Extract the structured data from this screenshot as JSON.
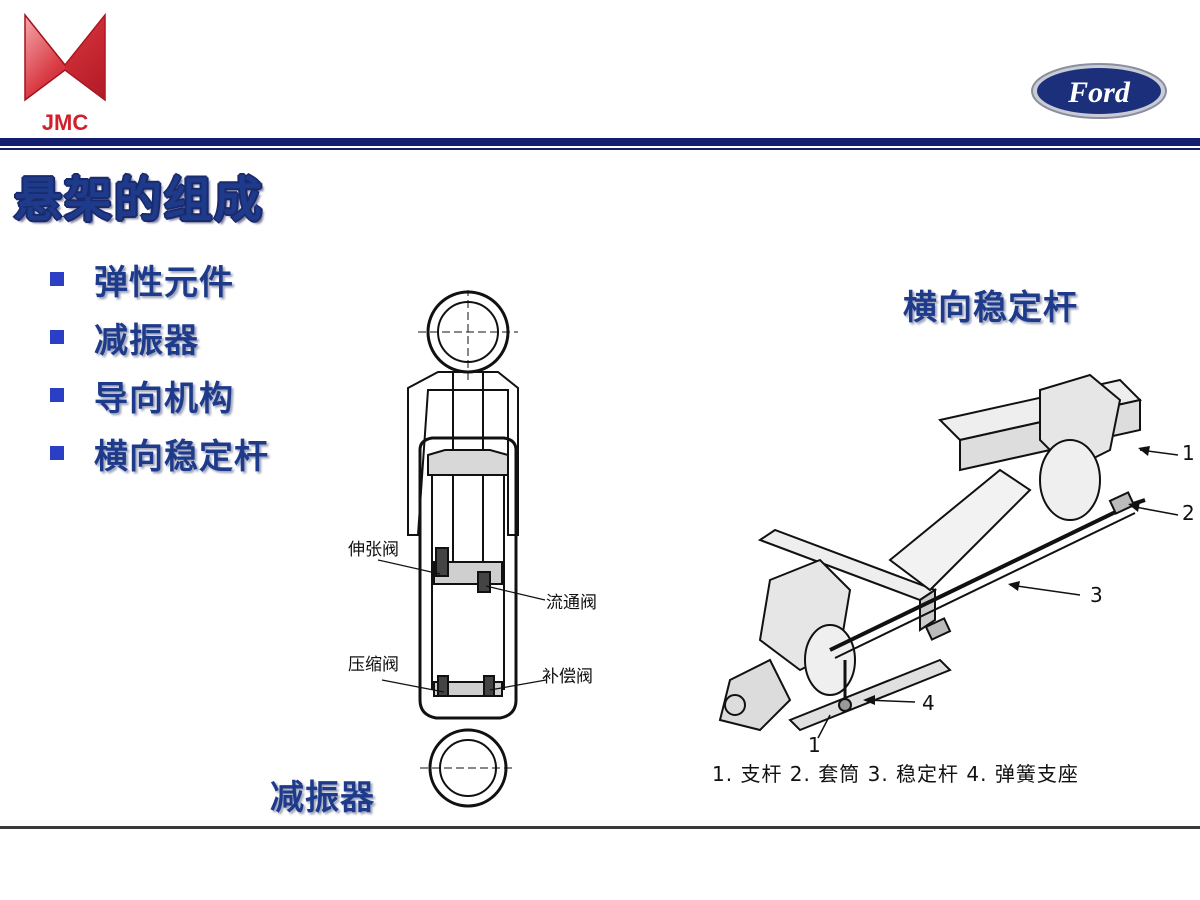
{
  "logos": {
    "left_brand": "JMC",
    "right_brand": "Ford"
  },
  "title": "悬架的组成",
  "bullets": [
    "弹性元件",
    "减振器",
    "导向机构",
    "横向稳定杆"
  ],
  "shock_absorber": {
    "caption": "减振器",
    "labels": {
      "extension_valve": "伸张阀",
      "flow_valve": "流通阀",
      "compression_valve": "压缩阀",
      "compensation_valve": "补偿阀"
    }
  },
  "stabilizer_bar": {
    "caption": "横向稳定杆",
    "callouts": [
      "1",
      "2",
      "3",
      "4",
      "1"
    ],
    "legend": "1. 支杆 2. 套筒 3. 稳定杆 4. 弹簧支座"
  },
  "colors": {
    "header_rule": "#141e6e",
    "title_text": "#1e3a8a",
    "bullet_marker": "#2b3ec6",
    "jmc_red": "#d21f2b",
    "ford_blue": "#1b2f7a"
  }
}
